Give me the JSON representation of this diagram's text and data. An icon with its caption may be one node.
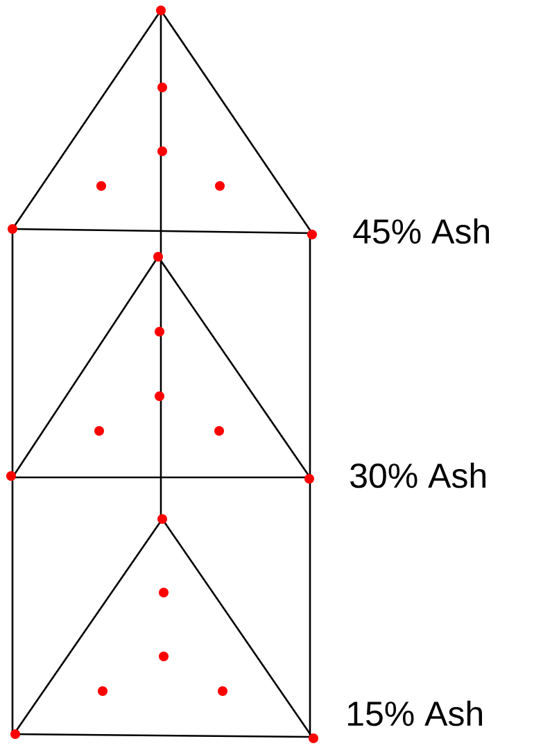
{
  "diagram": {
    "labels": [
      "45% Ash",
      "30% Ash",
      "15% Ash"
    ]
  }
}
